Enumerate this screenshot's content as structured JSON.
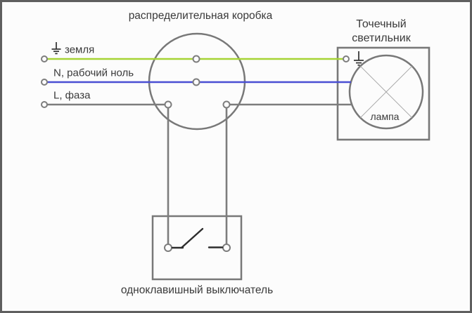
{
  "diagram": {
    "junction_box_label": "распределительная коробка",
    "spotlight_label_line1": "Точечный",
    "spotlight_label_line2": "светильник",
    "lamp_label": "лампа",
    "switch_label": "одноклавишный выключатель",
    "wires": {
      "ground_label": "земля",
      "neutral_label": "N, рабочий ноль",
      "phase_label": "L, фаза"
    },
    "colors": {
      "ground_wire": "#a6d435",
      "neutral_wire": "#4a4fd3",
      "phase_wire": "#7d7d7d",
      "outline": "#787878",
      "text": "#3a3a3a"
    }
  }
}
